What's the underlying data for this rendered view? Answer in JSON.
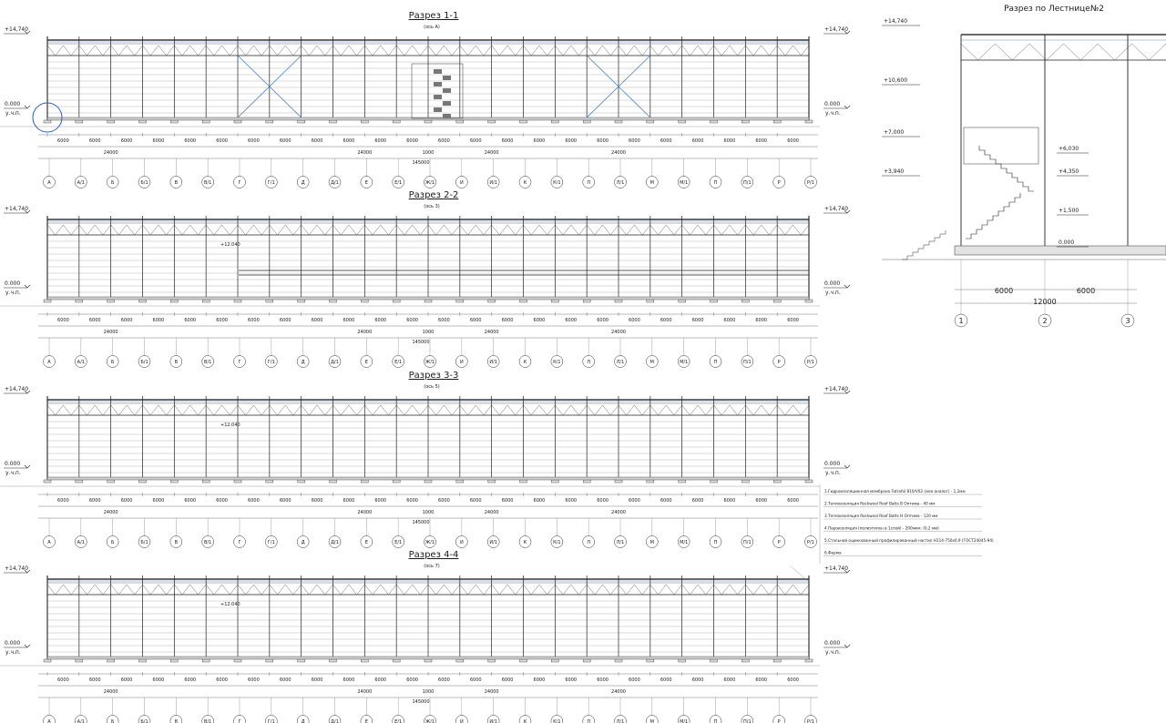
{
  "sections": [
    {
      "title": "Разрез 1-1",
      "axis_note": "(ось А)",
      "top_level": "+14,740",
      "ground_level": "0.000",
      "ground_sub": "у.ч.п."
    },
    {
      "title": "Разрез 2-2",
      "axis_note": "(ось 3)",
      "top_level": "+14,740",
      "ground_level": "0.000",
      "ground_sub": "у.ч.п."
    },
    {
      "title": "Разрез 3-3",
      "axis_note": "(ось 5)",
      "top_level": "+14,740",
      "ground_level": "0.000",
      "ground_sub": "у.ч.п."
    },
    {
      "title": "Разрез 4-4",
      "axis_note": "(ось 7)",
      "top_level": "+14,740",
      "ground_level": "0.000",
      "ground_sub": "у.ч.п."
    }
  ],
  "bay_dimension": "6000",
  "group_dimensions": [
    "24000",
    "24000",
    "1000",
    "24000",
    "24000"
  ],
  "total_dimension": "145000",
  "axis_labels": [
    "А",
    "А/1",
    "Б",
    "Б/1",
    "В",
    "В/1",
    "Г",
    "Г/1",
    "Д",
    "Д/1",
    "Е",
    "Е/1",
    "Ж/1",
    "И",
    "И/1",
    "К",
    "К/1",
    "Л",
    "Л/1",
    "М",
    "М/1",
    "П",
    "П/1",
    "Р",
    "Р/1"
  ],
  "truss_level_mark": "+12.040",
  "legend": [
    "1.Гидроизоляционная мембрана Fatrafol 810/V02 (или аналог) - 1,2мм",
    "2.Теплоизоляция Rockwool Roof Batts В Оптима - 40 мм",
    "3.Теплоизоляция Rockwool Roof Batts Н Оптима - 120 мм",
    "4.Пароизоляция (полиэтилен в 1слой) - 200мкм. (0,2 мм)",
    "5.Стальной оцинкованный профилированный настил Н114-750х0,9 (ГОСТ24045-94)",
    "6.Ферма"
  ],
  "stair_section": {
    "title": "Разрез по Лестнице№2",
    "left_levels": [
      "+14,740",
      "+10,600",
      "+7,000",
      "+3,940"
    ],
    "right_levels": [
      "+6,030",
      "+4,350",
      "+1,500",
      "0.000"
    ],
    "bay_dims": [
      "6000",
      "6000"
    ],
    "total_dim": "12000",
    "axes": [
      "1",
      "2",
      "3"
    ]
  }
}
